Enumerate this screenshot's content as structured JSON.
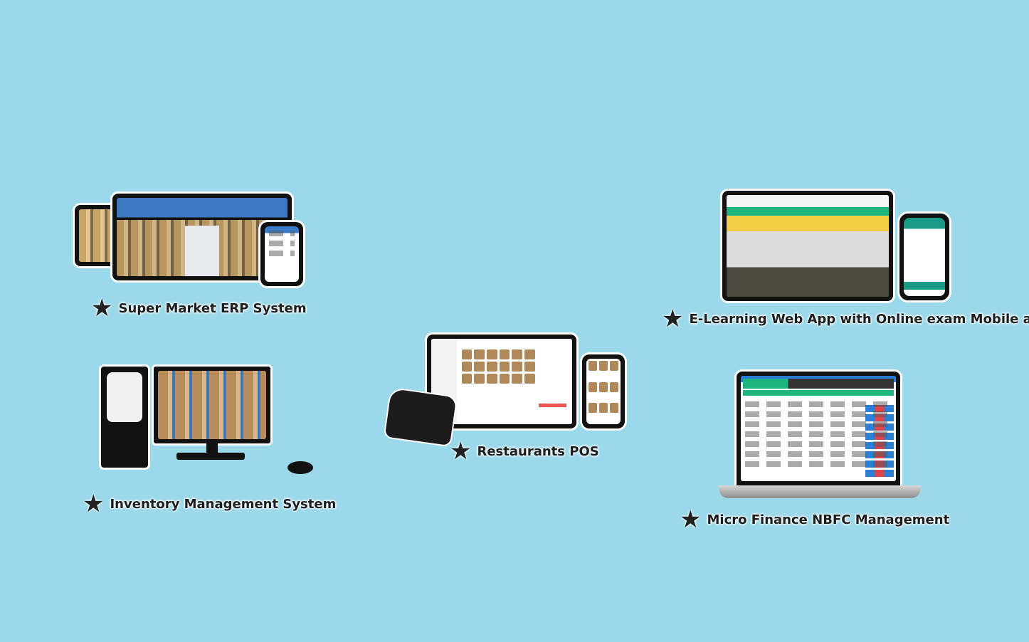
{
  "products": [
    {
      "label": "Super Market ERP System",
      "icon": "star-icon"
    },
    {
      "label": "E-Learning Web App with Online exam Mobile app",
      "icon": "star-icon"
    },
    {
      "label": "Restaurants POS",
      "icon": "star-icon"
    },
    {
      "label": "Inventory Management System",
      "icon": "star-icon"
    },
    {
      "label": "Micro Finance NBFC Management",
      "icon": "star-icon"
    }
  ],
  "colors": {
    "background": "#9bd8e9",
    "accent_green": "#1fb57f",
    "accent_yellow": "#f5cf48",
    "accent_blue": "#2d7fd6",
    "accent_red": "#e0434b"
  }
}
